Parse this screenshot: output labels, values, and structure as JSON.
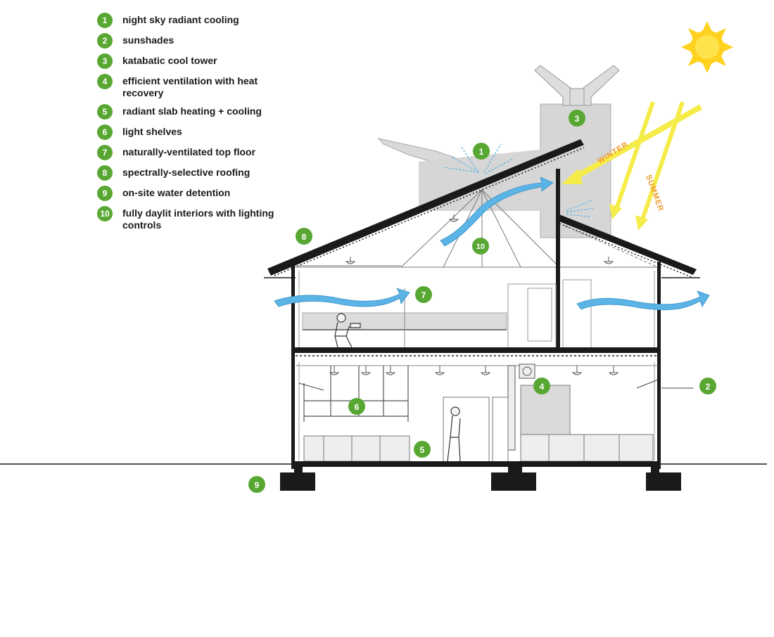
{
  "legend": [
    {
      "num": "1",
      "text": "night sky radiant cooling"
    },
    {
      "num": "2",
      "text": "sunshades"
    },
    {
      "num": "3",
      "text": "katabatic cool tower"
    },
    {
      "num": "4",
      "text": "efficient ventilation with heat recovery"
    },
    {
      "num": "5",
      "text": "radiant slab heating + cooling"
    },
    {
      "num": "6",
      "text": "light shelves"
    },
    {
      "num": "7",
      "text": "naturally-ventilated top floor"
    },
    {
      "num": "8",
      "text": "spectrally-selective roofing"
    },
    {
      "num": "9",
      "text": "on-site water detention"
    },
    {
      "num": "10",
      "text": "fully daylit interiors with lighting controls"
    }
  ],
  "sun_rays": {
    "winter_label": "WINTER",
    "summer_label": "SUMMER"
  },
  "colors": {
    "badge": "#59a733",
    "air_flow": "#5ab4e6",
    "sun": "#ffd21f",
    "sun_ray": "#f5ec4a",
    "season_label": "#f29a2e",
    "tower": "#d6d6d6"
  }
}
